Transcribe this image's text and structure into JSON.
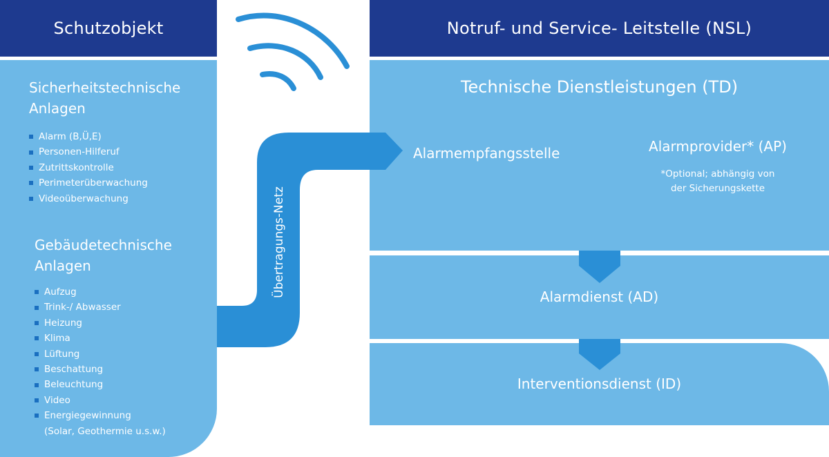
{
  "headers": {
    "left": "Schutzobjekt",
    "right": "Notruf- und Service- Leitstelle (NSL)"
  },
  "left_panel": {
    "security": {
      "title_line1": "Sicherheitstechnische",
      "title_line2": "Anlagen",
      "items": [
        "Alarm (B,Ü,E)",
        "Personen-Hilferuf",
        "Zutrittskontrolle",
        "Perimeterüberwachung",
        "Videoüberwachung"
      ]
    },
    "building": {
      "title_line1": "Gebäudetechnische",
      "title_line2": "Anlagen",
      "items": [
        "Aufzug",
        "Trink-/ Abwasser",
        "Heizung",
        "Klima",
        "Lüftung",
        "Beschattung",
        "Beleuchtung",
        "Video",
        "Energiegewinnung"
      ],
      "note": "(Solar, Geothermie u.s.w.)"
    }
  },
  "network": {
    "label": "Übertragungs-Netz"
  },
  "nsl": {
    "td_title": "Technische Dienstleistungen (TD)",
    "receiver": "Alarmempfangsstelle",
    "provider": "Alarmprovider* (AP)",
    "provider_note_line1": "*Optional; abhängig von",
    "provider_note_line2": "der Sicherungskette",
    "ad_title": "Alarmdienst (AD)",
    "id_title": "Interventionsdienst (ID)"
  },
  "colors": {
    "header_bg": "#1e3a8f",
    "panel_bg": "#6db8e7",
    "pipe": "#2a8fd6",
    "arrow": "#2a8fd6",
    "bullet": "#1a6fc0",
    "text": "#ffffff"
  },
  "icons": [
    "wireless-signal-icon",
    "square-bullet-icon",
    "down-arrow-icon"
  ]
}
